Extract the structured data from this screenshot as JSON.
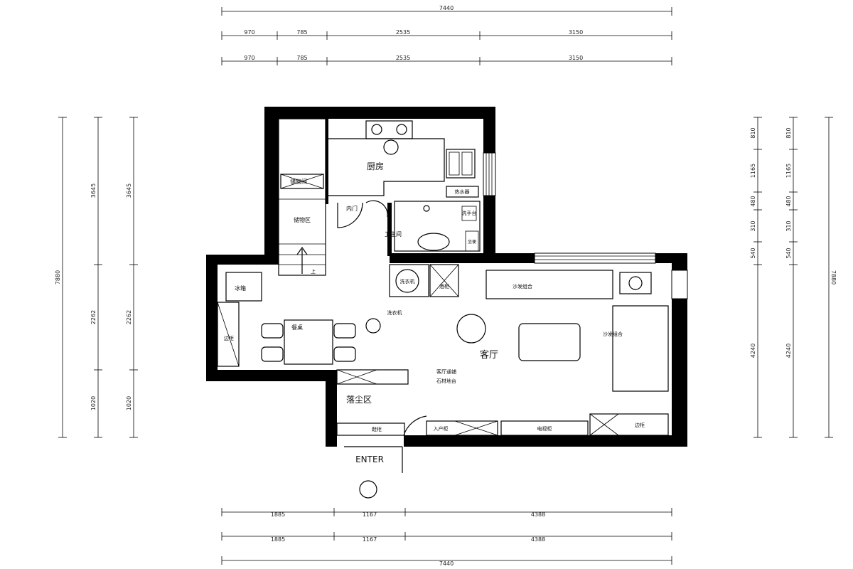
{
  "dimensions": {
    "top_total": "7440",
    "top_row": [
      "970",
      "785",
      "2535",
      "3150"
    ],
    "bottom_row": [
      "1885",
      "1167",
      "4388"
    ],
    "bottom_total": "7440",
    "left_total": "7880",
    "left_segments": [
      "3645",
      "2262",
      "1020"
    ],
    "right_total": "7880",
    "right_segments": [
      "810",
      "1165",
      "480",
      "310",
      "540",
      "4240"
    ]
  },
  "rooms": {
    "kitchen": "厨房",
    "living": "客厅",
    "entry_area": "落尘区",
    "entry": "ENTER"
  },
  "labels": {
    "storage_top": "储物间",
    "storage": "储物区",
    "dining": "餐桌",
    "door": "内门",
    "bathroom": "卫生间",
    "washer": "洗衣机",
    "sofa_top": "沙发组合",
    "sofa_right": "沙发组合",
    "floor_note1": "客厅通铺",
    "floor_note2": "石材地台",
    "shoe": "鞋柜",
    "entry_cabinet": "入户柜",
    "tv_cabinet": "电视柜",
    "side_cabinet": "边柜",
    "fridge": "冰箱",
    "wine": "酒柜",
    "water_heater": "热水器",
    "toilet": "坐便",
    "basin": "洗手台",
    "up": "上"
  }
}
